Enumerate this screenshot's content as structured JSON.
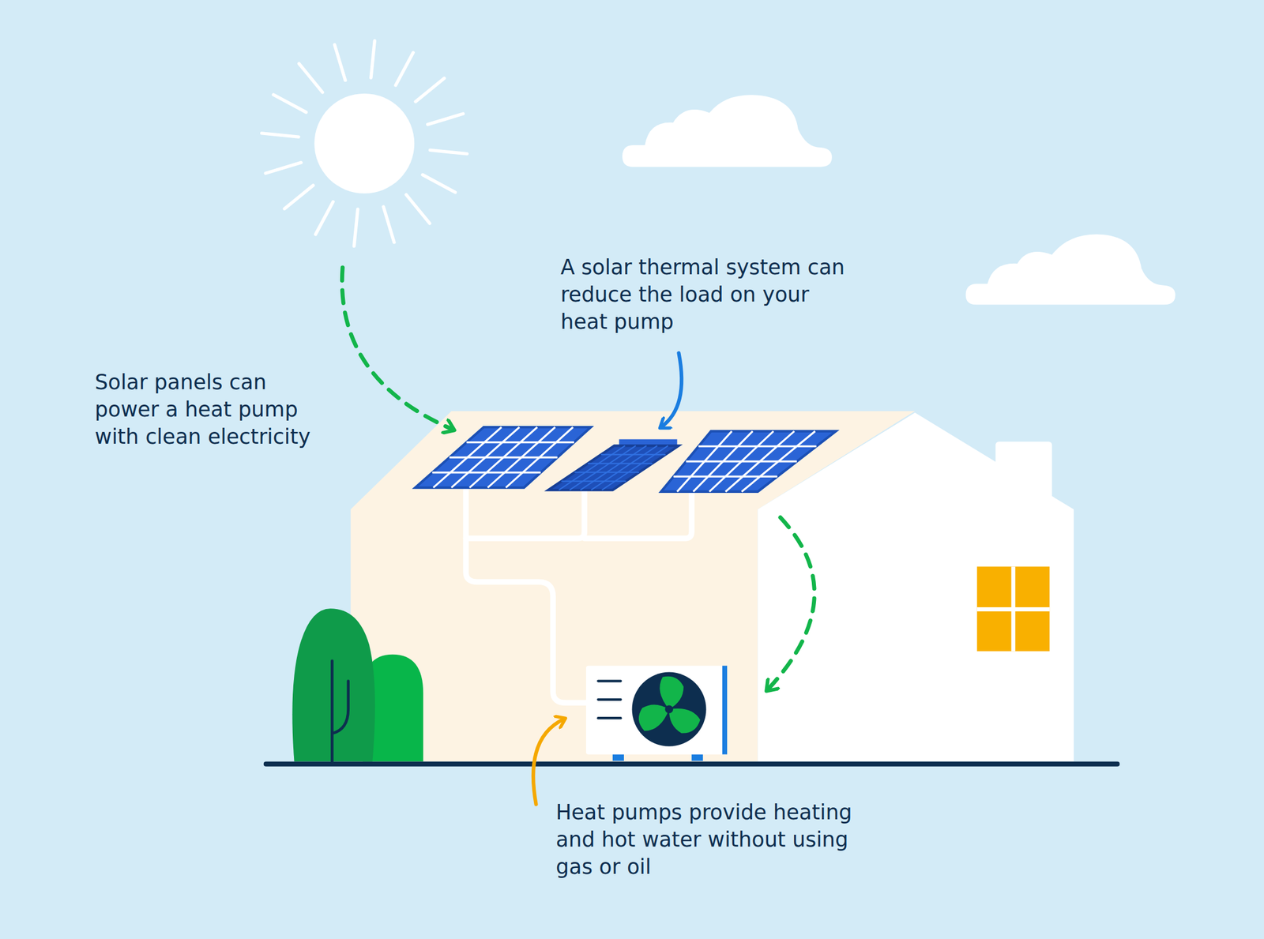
{
  "diagram": {
    "labels": [
      "Solar panels can power a heat pump with clean electricity",
      "A solar thermal system can reduce the load on your heat pump",
      "Heat pumps provide heating and hot water without using gas or oil"
    ]
  }
}
